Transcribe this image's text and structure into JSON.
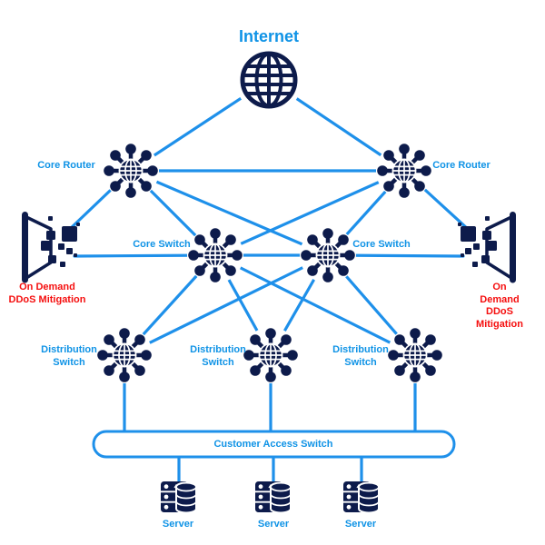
{
  "diagram_title": "Internet",
  "colors": {
    "link_blue": "#1e90ea",
    "icon_navy": "#0d1b4b",
    "label_blue": "#0f93e6",
    "label_red": "#f50f0f",
    "background": "#ffffff"
  },
  "nodes": {
    "internet": {
      "label": "Internet"
    },
    "core_router_left": {
      "label": "Core Router"
    },
    "core_router_right": {
      "label": "Core Router"
    },
    "core_switch_left": {
      "label": "Core Switch"
    },
    "core_switch_right": {
      "label": "Core Switch"
    },
    "ddos_left": {
      "label": "On Demand\nDDoS Mitigation"
    },
    "ddos_right": {
      "label": "On Demand\nDDoS Mitigation"
    },
    "dist_switch_1": {
      "label": "Distribution\nSwitch"
    },
    "dist_switch_2": {
      "label": "Distribution\nSwitch"
    },
    "dist_switch_3": {
      "label": "Distribution\nSwitch"
    },
    "customer_access_switch": {
      "label": "Customer Access Switch"
    },
    "server_1": {
      "label": "Server"
    },
    "server_2": {
      "label": "Server"
    },
    "server_3": {
      "label": "Server"
    }
  },
  "connections": [
    {
      "from": "internet",
      "to": "core-router-left"
    },
    {
      "from": "internet",
      "to": "core-router-right"
    },
    {
      "from": "core-router-left",
      "to": "core-router-right"
    },
    {
      "from": "core-router-left",
      "to": "ddos-left"
    },
    {
      "from": "core-router-right",
      "to": "ddos-right"
    },
    {
      "from": "core-router-left",
      "to": "core-switch-left"
    },
    {
      "from": "core-router-left",
      "to": "core-switch-right"
    },
    {
      "from": "core-router-right",
      "to": "core-switch-left"
    },
    {
      "from": "core-router-right",
      "to": "core-switch-right"
    },
    {
      "from": "core-switch-left",
      "to": "core-switch-right"
    },
    {
      "from": "ddos-left",
      "to": "core-switch-left"
    },
    {
      "from": "ddos-right",
      "to": "core-switch-right"
    },
    {
      "from": "core-switch-left",
      "to": "dist-switch-1"
    },
    {
      "from": "core-switch-left",
      "to": "dist-switch-2"
    },
    {
      "from": "core-switch-left",
      "to": "dist-switch-3"
    },
    {
      "from": "core-switch-right",
      "to": "dist-switch-1"
    },
    {
      "from": "core-switch-right",
      "to": "dist-switch-2"
    },
    {
      "from": "core-switch-right",
      "to": "dist-switch-3"
    },
    {
      "from": "dist-switch-1",
      "to": "customer-access-switch"
    },
    {
      "from": "dist-switch-2",
      "to": "customer-access-switch"
    },
    {
      "from": "dist-switch-3",
      "to": "customer-access-switch"
    },
    {
      "from": "customer-access-switch",
      "to": "server-1"
    },
    {
      "from": "customer-access-switch",
      "to": "server-2"
    },
    {
      "from": "customer-access-switch",
      "to": "server-3"
    }
  ]
}
